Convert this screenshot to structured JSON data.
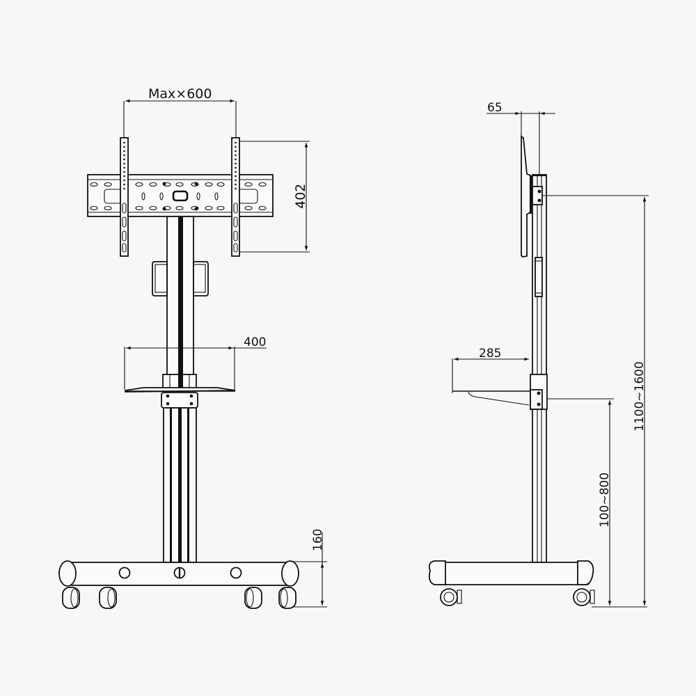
{
  "figure": {
    "background": "#f7f7f7",
    "line_color": "#111111",
    "description": "Mobile TV stand dimension drawing: front view and side view"
  },
  "front_view": {
    "dimensions": {
      "vesa_width": "Max×600",
      "bracket_height": "402",
      "shelf_width": "400",
      "base_height": "160"
    }
  },
  "side_view": {
    "dimensions": {
      "mount_depth": "65",
      "shelf_depth": "285",
      "shelf_height_range": "100~800",
      "mount_height_range": "1100~1600"
    }
  }
}
